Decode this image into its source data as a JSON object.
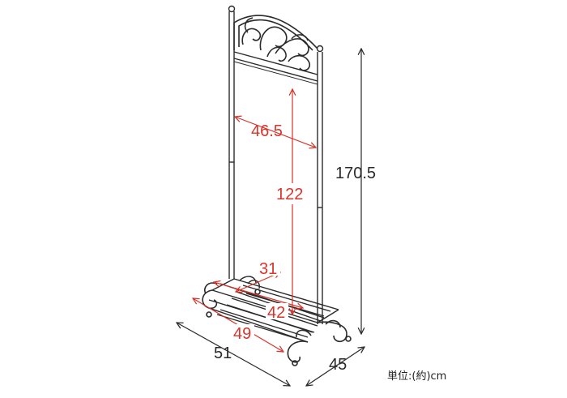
{
  "colors": {
    "frame": "#2a2a2a",
    "dimension_black": "#2a2a2a",
    "dimension_red": "#d9342b"
  },
  "dimensions": {
    "total_height": "170.5",
    "frame_width": "46.5",
    "frame_height": "122",
    "shelf_depth": "31",
    "shelf_width_inner": "42",
    "shelf_width_outer": "49",
    "base_width": "51",
    "base_depth": "45"
  },
  "unit_label": "単位:(約)cm"
}
